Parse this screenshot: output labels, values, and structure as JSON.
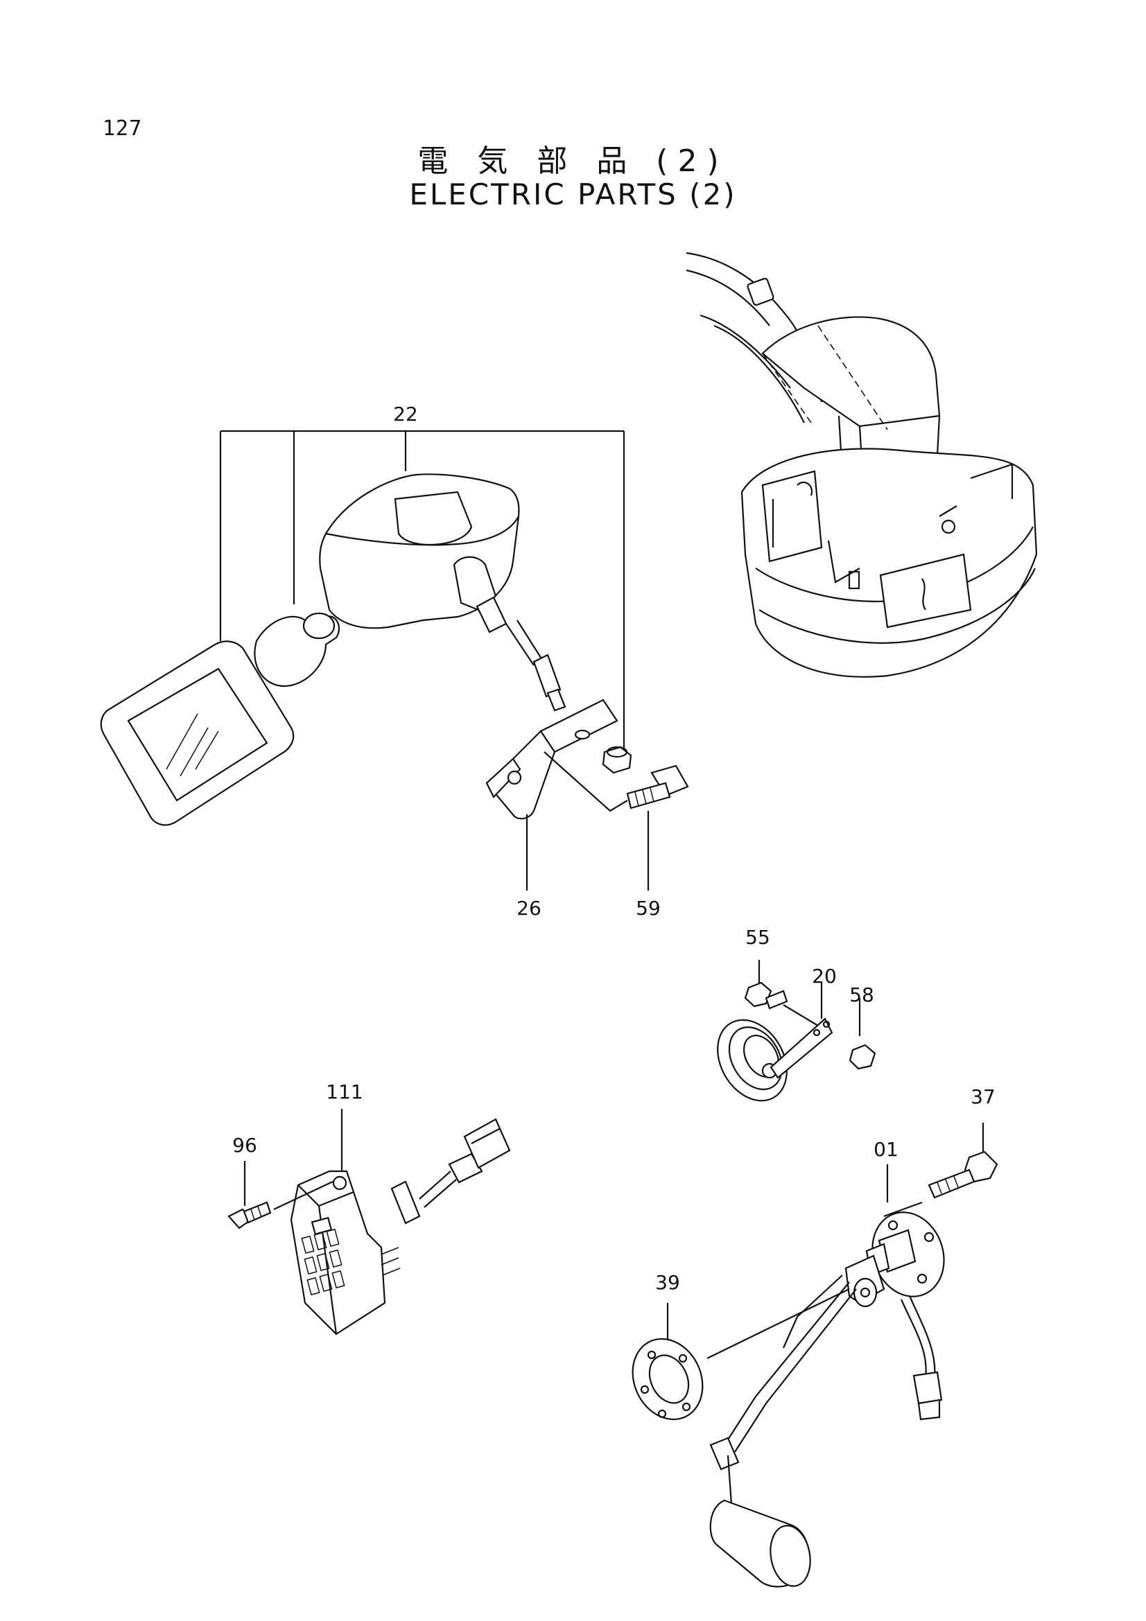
{
  "page_number": "127",
  "title_jp": "電 気 部 品 (2)",
  "title_en": "ELECTRIC PARTS (2)",
  "callouts": {
    "c22": "22",
    "c26": "26",
    "c59": "59",
    "c55": "55",
    "c20": "20",
    "c58": "58",
    "c111": "111",
    "c96": "96",
    "c37": "37",
    "c01": "01",
    "c39": "39"
  }
}
